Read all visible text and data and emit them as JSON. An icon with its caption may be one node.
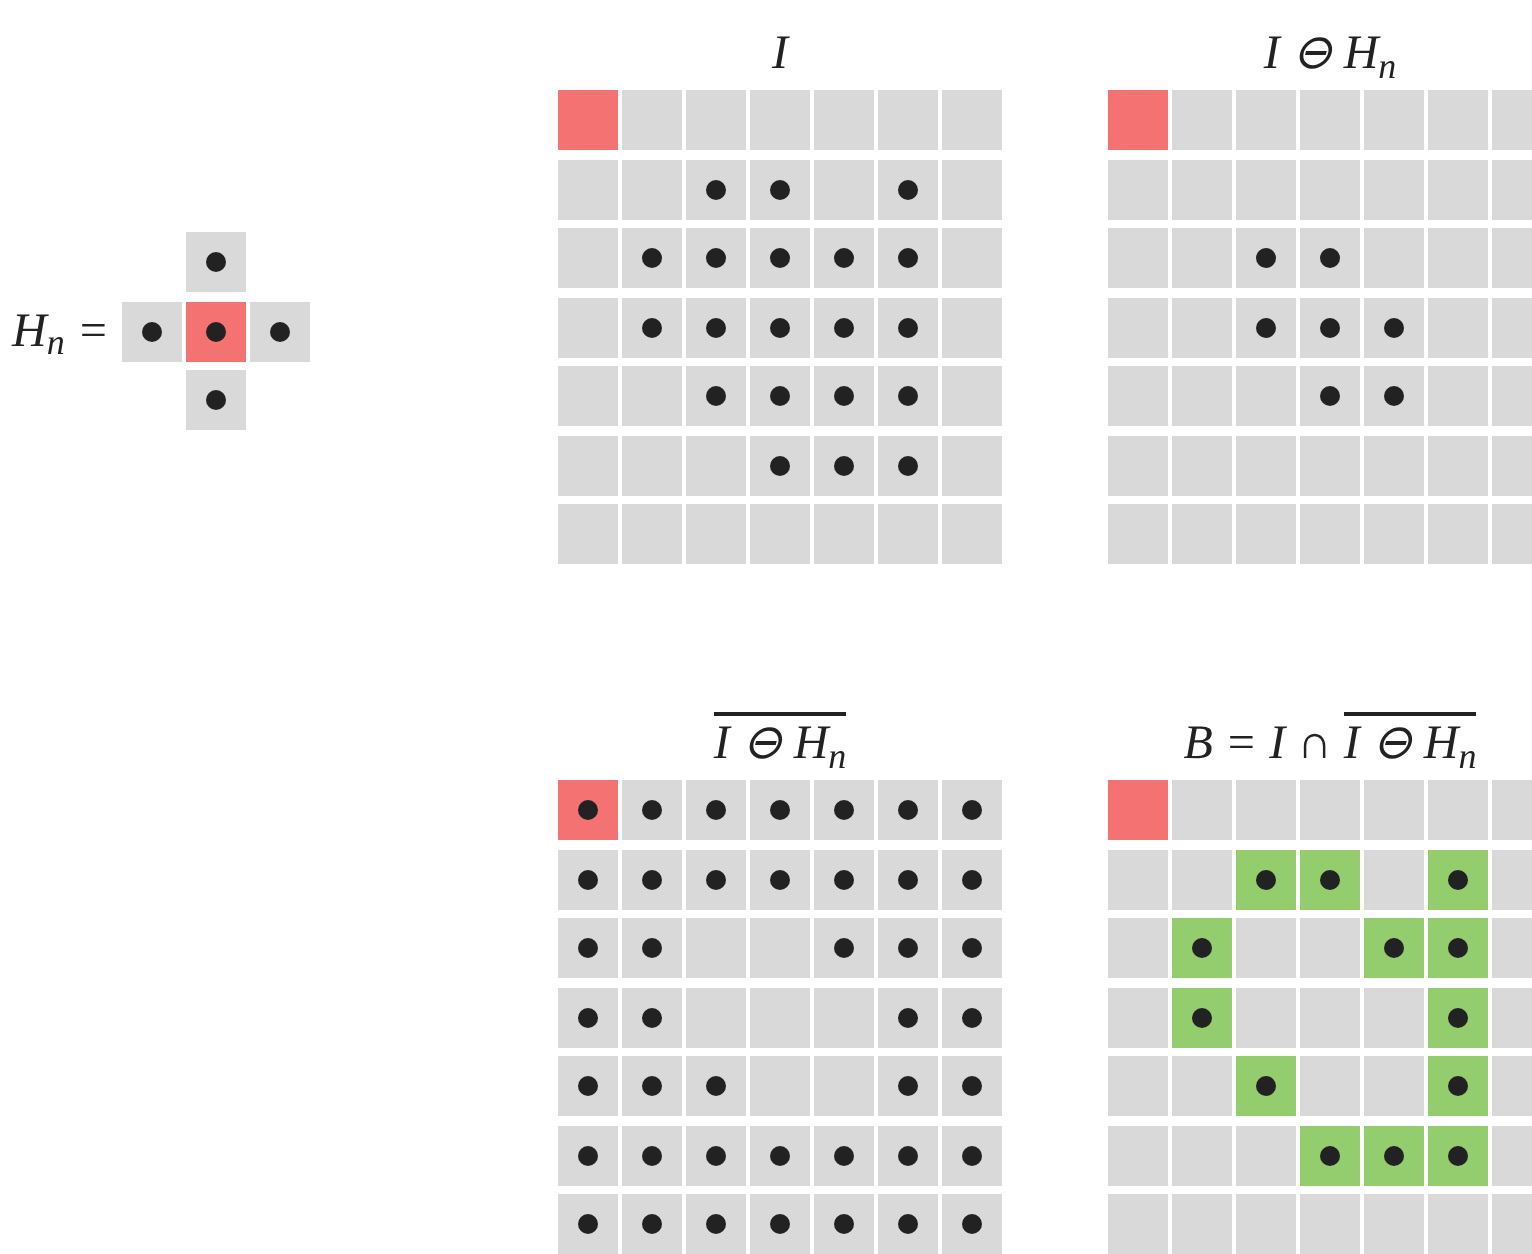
{
  "diagram": {
    "nodes": [
      {
        "text": [
          "H$_{n}$ ="
        ]
      },
      {
        "text": [
          "I"
        ]
      },
      {
        "text": [
          "I ⊖ H$_{n}$"
        ]
      },
      {
        "text": [
          "I ⊖ H$_{n}$"
        ]
      },
      {
        "text": [
          "B = I ∩",
          "I ⊖ H$_{n}$"
        ]
      }
    ]
  }
}
